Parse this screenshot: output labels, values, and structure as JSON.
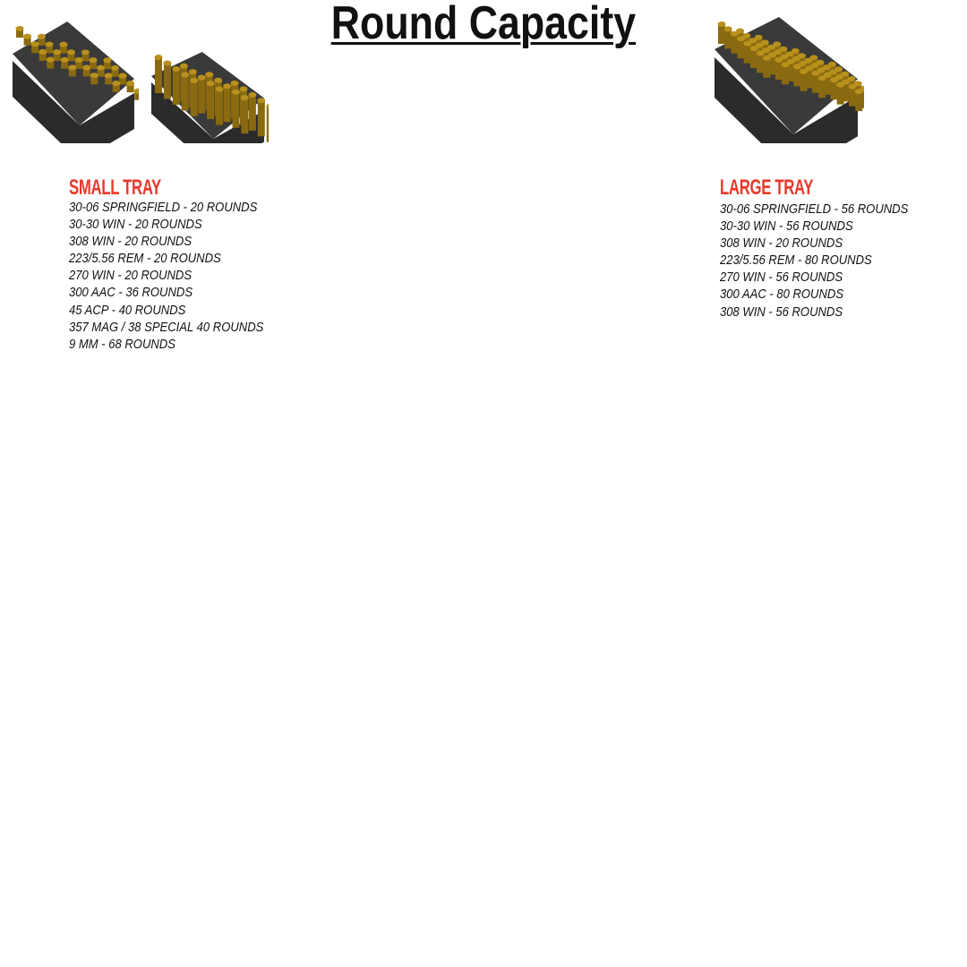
{
  "title": "Round Capacity",
  "colors": {
    "heading": "#e8392b",
    "tray": "#2b2b2b",
    "brass": "#b8901c"
  },
  "images": [
    {
      "name": "small-tray-stacked-image",
      "cols": 5,
      "rows": 5
    },
    {
      "name": "small-tray-rifle-image",
      "cols": 4,
      "rows": 5
    },
    {
      "name": "large-tray-image",
      "cols": 7,
      "rows": 8
    }
  ],
  "small_tray": {
    "heading": "SMALL TRAY",
    "items": [
      "30-06 SPRINGFIELD - 20 ROUNDS",
      "30-30 WIN - 20 ROUNDS",
      "308 WIN - 20 ROUNDS",
      "223/5.56 REM - 20 ROUNDS",
      "270 WIN - 20 ROUNDS",
      "300 AAC - 36 ROUNDS",
      "45 ACP - 40 ROUNDS",
      "357 MAG / 38 SPECIAL 40 ROUNDS",
      "9 MM - 68 ROUNDS"
    ]
  },
  "large_tray": {
    "heading": "LARGE TRAY",
    "items": [
      "30-06 SPRINGFIELD - 56 ROUNDS",
      "30-30 WIN - 56 ROUNDS",
      "308 WIN - 20 ROUNDS",
      "223/5.56 REM - 80 ROUNDS",
      "270 WIN - 56 ROUNDS",
      "300 AAC - 80 ROUNDS",
      "308 WIN - 56 ROUNDS"
    ]
  }
}
